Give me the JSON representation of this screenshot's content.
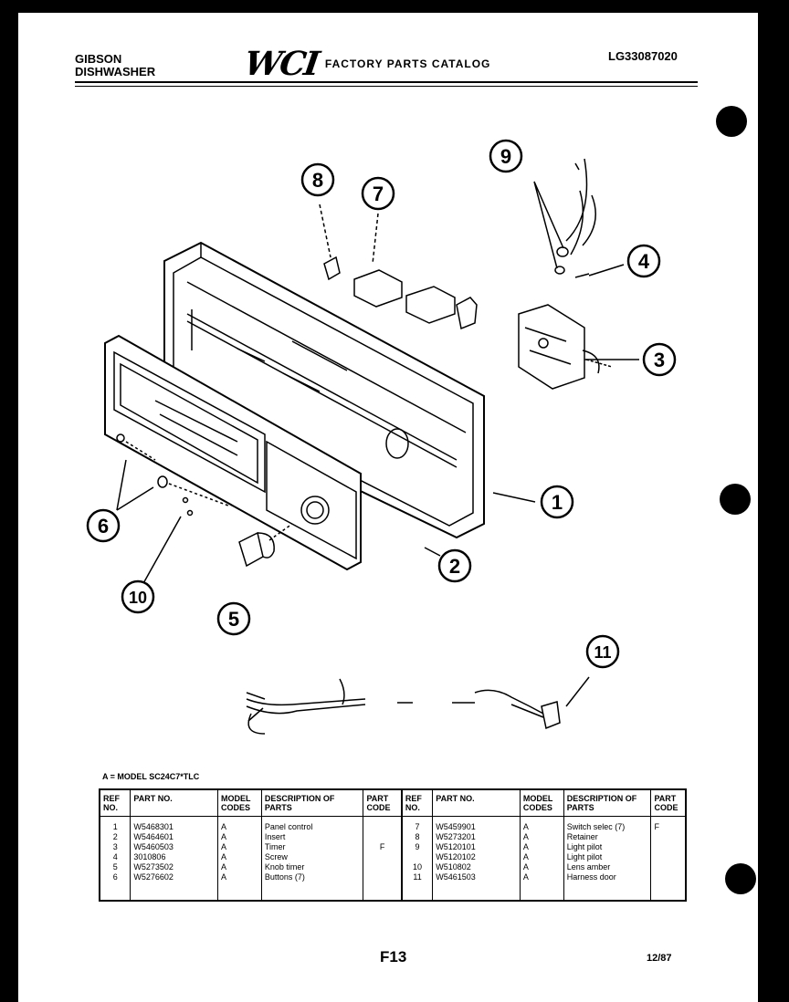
{
  "header": {
    "brand_line1": "GIBSON",
    "brand_line2": "DISHWASHER",
    "logo_mark": "WCI",
    "logo_text": "FACTORY PARTS CATALOG",
    "catalog_code": "LG33087020"
  },
  "callouts": [
    "1",
    "2",
    "3",
    "4",
    "5",
    "6",
    "7",
    "8",
    "9",
    "10",
    "11"
  ],
  "model_note": "A = MODEL SC24C7*TLC",
  "table": {
    "headers": {
      "ref": "REF NO.",
      "part": "PART NO.",
      "model": "MODEL CODES",
      "desc": "DESCRIPTION OF PARTS",
      "code": "PART CODE"
    },
    "left": {
      "ref": "1\n2\n3\n4\n5\n6",
      "part": "W5468301\nW5464601\nW5460503\n3010806\nW5273502\nW5276602",
      "model": "A\nA\nA\nA\nA\nA",
      "desc": "Panel control\nInsert\nTimer\nScrew\nKnob timer\nButtons (7)",
      "code": "\n\nF"
    },
    "right": {
      "ref": "7\n8\n9\n\n10\n11",
      "part": "W5459901\nW5273201\nW5120101\nW5120102\nW510802\nW5461503",
      "model": "A\nA\nA\nA\nA\nA",
      "desc": "Switch selec (7)\nRetainer\nLight pilot\nLight pilot\nLens amber\nHarness door",
      "code": "F"
    }
  },
  "footer": {
    "page": "F13",
    "date": "12/87"
  }
}
